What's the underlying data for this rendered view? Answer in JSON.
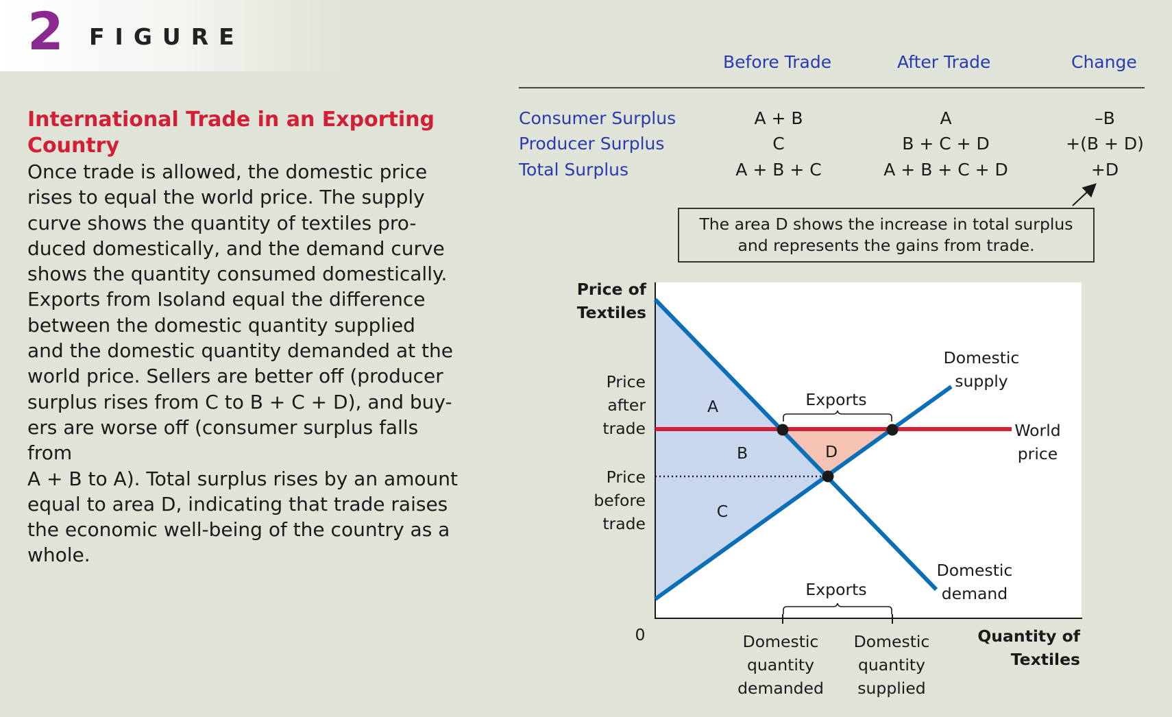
{
  "figure": {
    "number": "2",
    "label": "FIGURE"
  },
  "caption": {
    "title_line1": "International Trade in an Exporting",
    "title_line2": "Country",
    "body_lines": [
      "Once trade is allowed, the domestic price",
      "rises to equal the world price. The supply",
      "curve shows the quantity of textiles pro-",
      "duced domestically, and the demand curve",
      "shows the quantity consumed domestically.",
      "Exports from Isoland equal the difference",
      "between the domestic quantity supplied",
      "and the domestic quantity demanded at the",
      "world price. Sellers are better off (producer",
      "surplus rises from C to B + C + D), and buy-",
      "ers are worse off (consumer surplus falls from",
      "A + B to A). Total surplus rises by an amount",
      "equal to area D, indicating that trade raises",
      "the economic well-being of the country as a",
      "whole."
    ]
  },
  "table": {
    "headers": [
      "Before Trade",
      "After Trade",
      "Change"
    ],
    "rows": [
      {
        "label": "Consumer Surplus",
        "before": "A + B",
        "after": "A",
        "change": "–B"
      },
      {
        "label": "Producer Surplus",
        "before": "C",
        "after": "B + C + D",
        "change": "+(B + D)"
      },
      {
        "label": "Total Surplus",
        "before": "A + B + C",
        "after": "A + B + C + D",
        "change": "+D"
      }
    ]
  },
  "note": {
    "line1": "The area D shows the increase in total surplus",
    "line2": "and represents the gains from trade."
  },
  "graph": {
    "y_axis_label": [
      "Price of",
      "Textiles"
    ],
    "x_axis_label": [
      "Quantity of",
      "Textiles"
    ],
    "origin": "0",
    "price_after_trade": [
      "Price",
      "after",
      "trade"
    ],
    "price_before_trade": [
      "Price",
      "before",
      "trade"
    ],
    "areas": {
      "a": "A",
      "b": "B",
      "c": "C",
      "d": "D"
    },
    "exports_top": "Exports",
    "exports_bottom": "Exports",
    "supply_label": [
      "Domestic",
      "supply"
    ],
    "demand_label": [
      "Domestic",
      "demand"
    ],
    "world_price_label": [
      "World",
      "price"
    ],
    "qd_label": [
      "Domestic",
      "quantity",
      "demanded"
    ],
    "qs_label": [
      "Domestic",
      "quantity",
      "supplied"
    ],
    "colors": {
      "curve": "#0a6fb7",
      "world_price": "#d21f36",
      "consumer_surplus_fill": "#c8d6ee",
      "gain_fill": "#f4c3b3",
      "plot_bg": "#ffffff"
    }
  }
}
